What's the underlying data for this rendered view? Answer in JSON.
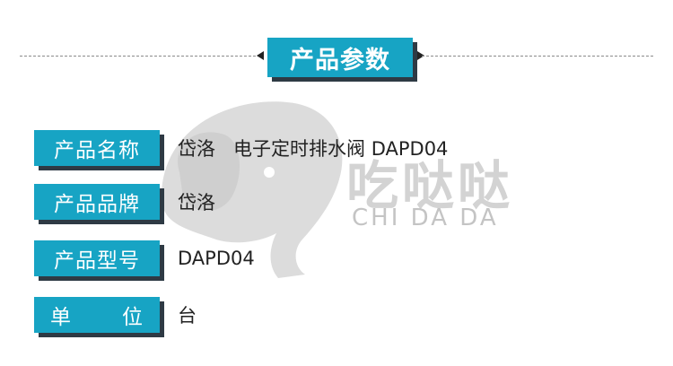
{
  "header": {
    "title": "产品参数"
  },
  "watermark": {
    "brand_zh": "吃哒哒",
    "brand_en": "CHI DA DA"
  },
  "spec_rows": [
    {
      "label": "产品名称",
      "value": "岱洛   电子定时排水阀 DAPD04"
    },
    {
      "label": "产品品牌",
      "value": "岱洛"
    },
    {
      "label": "产品型号",
      "value": "DAPD04"
    },
    {
      "label_parts": [
        "单",
        "位"
      ],
      "value": "台"
    }
  ],
  "colors": {
    "accent": "#17a4c4",
    "shadow": "#2e3a44",
    "watermark": "#d3d3d3"
  }
}
